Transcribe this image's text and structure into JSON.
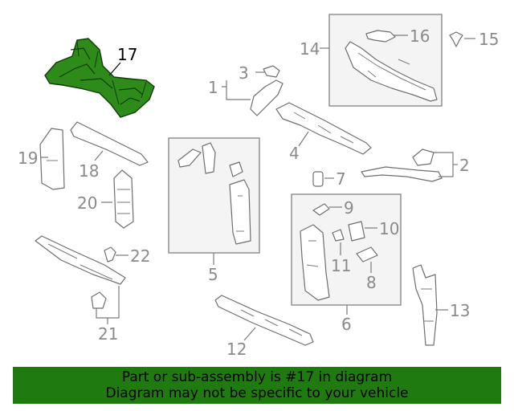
{
  "callouts": {
    "c1": "1",
    "c2": "2",
    "c3": "3",
    "c4": "4",
    "c5": "5",
    "c6": "6",
    "c7": "7",
    "c8": "8",
    "c9": "9",
    "c10": "10",
    "c11": "11",
    "c12": "12",
    "c13": "13",
    "c14": "14",
    "c15": "15",
    "c16": "16",
    "c17": "17",
    "c18": "18",
    "c19": "19",
    "c20": "20",
    "c21": "21",
    "c22": "22"
  },
  "highlight": {
    "part": "17",
    "color": "#2e8b1a"
  },
  "banner": {
    "line1": "Part or sub-assembly is #17 in diagram",
    "line2": "Diagram may not be specific to your vehicle",
    "background": "#1f7a10"
  }
}
